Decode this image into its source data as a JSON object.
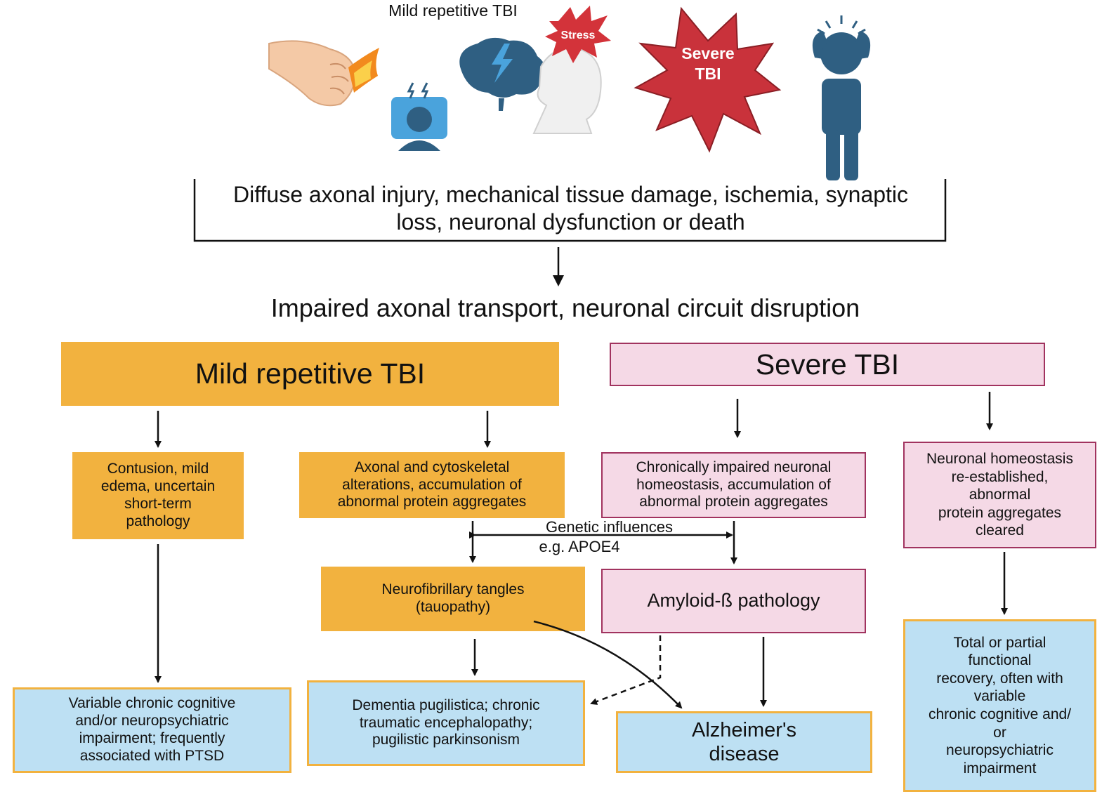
{
  "header": {
    "mild_label": "Mild repetitive TBI",
    "stress_label": "Stress",
    "severe_star_label": "Severe\nTBI"
  },
  "injury_bracket_text": "Diffuse axonal injury, mechanical tissue damage, ischemia, synaptic\nloss, neuronal dysfunction or death",
  "impaired_text": "Impaired axonal transport, neuronal circuit disruption",
  "mild_branch": {
    "title": "Mild repetitive TBI",
    "left_box": "Contusion, mild\nedema, uncertain\nshort-term\npathology",
    "mid_box": "Axonal and cytoskeletal\nalterations, accumulation of\nabnormal protein aggregates",
    "tangles_box": "Neurofibrillary tangles\n(tauopathy)",
    "left_outcome": "Variable chronic cognitive\nand/or neuropsychiatric\nimpairment; frequently\nassociated with PTSD",
    "dementia_outcome": "Dementia pugilistica; chronic\ntraumatic encephalopathy;\npugilistic parkinsonism"
  },
  "severe_branch": {
    "title": "Severe TBI",
    "chronic_box": "Chronically impaired neuronal\nhomeostasis, accumulation of\nabnormal protein aggregates",
    "homeostasis_box": "Neuronal homeostasis\nre-established,\nabnormal\nprotein aggregates\ncleared",
    "amyloid_box": "Amyloid-ß pathology",
    "alzheimers_outcome": "Alzheimer's\ndisease",
    "recovery_outcome": "Total or partial\nfunctional\nrecovery, often with\nvariable\nchronic cognitive and/\nor\nneuropsychiatric\nimpairment"
  },
  "genetic": {
    "line1": "Genetic influences",
    "line2": "e.g. APOE4"
  },
  "colors": {
    "orange": "#f2b23f",
    "pink_fill": "#f5d9e6",
    "pink_border": "#a1335f",
    "blue_fill": "#bde0f3",
    "icon_blue": "#2f5f82",
    "star_red": "#c9323b"
  }
}
